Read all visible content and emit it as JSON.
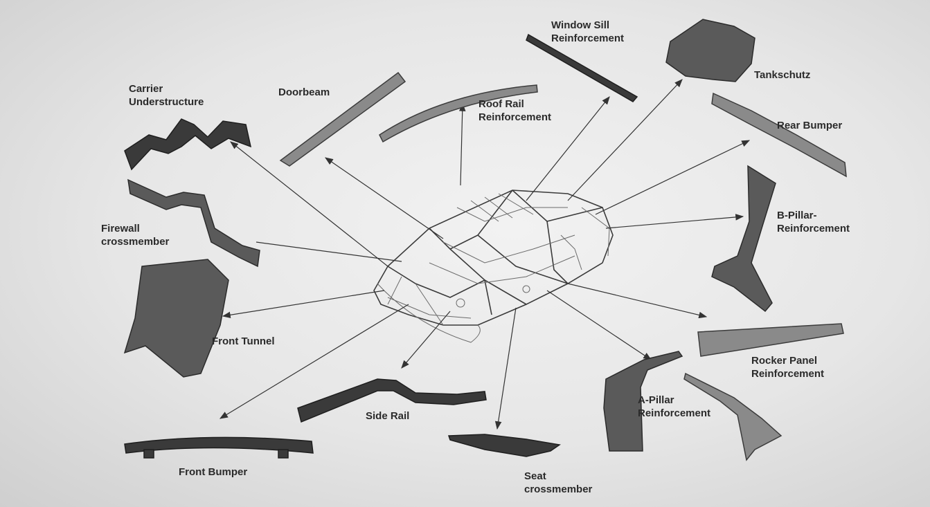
{
  "parts": {
    "carrier_understructure": [
      "Carrier",
      "Understructure"
    ],
    "doorbeam": "Doorbeam",
    "window_sill": [
      "Window Sill",
      "Reinforcement"
    ],
    "tankschutz": "Tankschutz",
    "roof_rail": [
      "Roof Rail",
      "Reinforcement"
    ],
    "rear_bumper": "Rear Bumper",
    "firewall": [
      "Firewall",
      "crossmember"
    ],
    "b_pillar": [
      "B-Pillar-",
      "Reinforcement"
    ],
    "front_tunnel": "Front Tunnel",
    "rocker_panel": [
      "Rocker Panel",
      "Reinforcement"
    ],
    "a_pillar": [
      "A-Pillar",
      "Reinforcement"
    ],
    "side_rail": "Side Rail",
    "front_bumper": "Front Bumper",
    "seat_crossmember": [
      "Seat",
      "crossmember"
    ]
  }
}
